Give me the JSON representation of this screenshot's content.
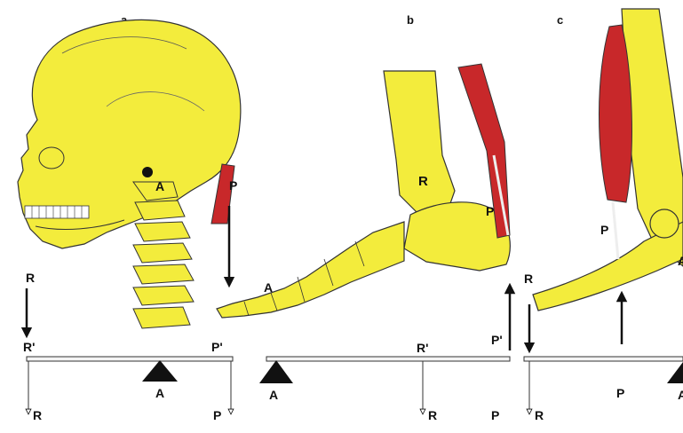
{
  "panels": {
    "a": {
      "letter": "a",
      "labels": {
        "fulcrum": "A",
        "effort": "P",
        "resistance": "R"
      },
      "lever": {
        "r_prime": "R'",
        "p_prime": "P'",
        "fulcrum": "A",
        "r": "R",
        "p": "P"
      }
    },
    "b": {
      "letter": "b",
      "labels": {
        "resistance": "R",
        "effort": "P",
        "fulcrum": "A",
        "p_prime": "P'"
      },
      "lever": {
        "r_prime": "R'",
        "fulcrum": "A",
        "r": "R",
        "p": "P"
      }
    },
    "c": {
      "letter": "c",
      "labels": {
        "effort": "P",
        "resistance": "R",
        "fulcrum": "A"
      },
      "lever": {
        "p": "P",
        "r": "R",
        "fulcrum": "A"
      }
    }
  },
  "colors": {
    "bone": "#f3ec3c",
    "bone_outline": "#333333",
    "muscle": "#c8282a",
    "arrow": "#111111",
    "fulcrum": "#111111",
    "lever_bar": "#f4f4f4"
  }
}
